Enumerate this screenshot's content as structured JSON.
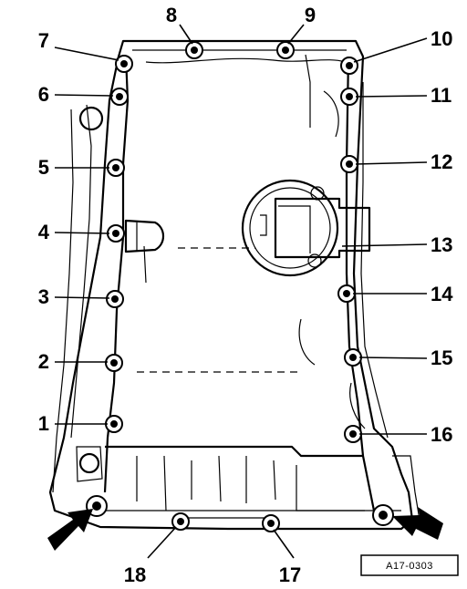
{
  "figure": {
    "reference_code": "A17-0303",
    "callouts": [
      "1",
      "2",
      "3",
      "4",
      "5",
      "6",
      "7",
      "8",
      "9",
      "10",
      "11",
      "12",
      "13",
      "14",
      "15",
      "16",
      "17",
      "18"
    ]
  }
}
